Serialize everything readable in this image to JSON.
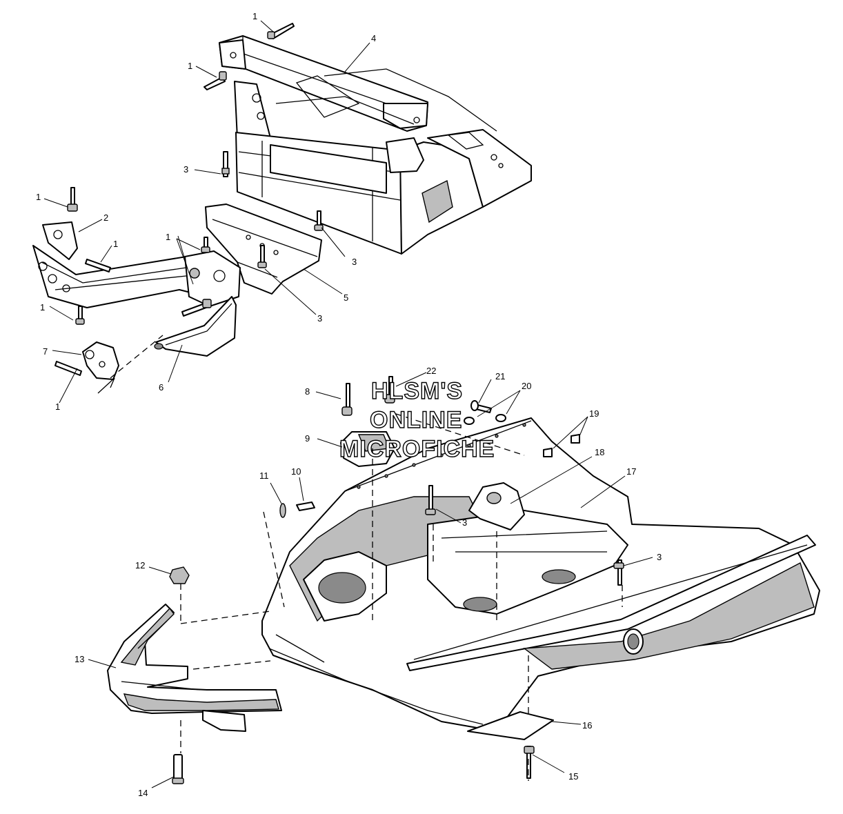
{
  "watermark": {
    "line1": "HLSM'S",
    "line2": "ONLINE",
    "line3": "MICROFICHE"
  },
  "callouts": [
    {
      "id": "c1a",
      "label": "1"
    },
    {
      "id": "c1b",
      "label": "1"
    },
    {
      "id": "c4",
      "label": "4"
    },
    {
      "id": "c3a",
      "label": "3"
    },
    {
      "id": "c1c",
      "label": "1"
    },
    {
      "id": "c2",
      "label": "2"
    },
    {
      "id": "c1d",
      "label": "1"
    },
    {
      "id": "c1e",
      "label": "1"
    },
    {
      "id": "c3b",
      "label": "3"
    },
    {
      "id": "c5",
      "label": "5"
    },
    {
      "id": "c3c",
      "label": "3"
    },
    {
      "id": "c1f",
      "label": "1"
    },
    {
      "id": "c7",
      "label": "7"
    },
    {
      "id": "c1g",
      "label": "1"
    },
    {
      "id": "c6",
      "label": "6"
    },
    {
      "id": "c22",
      "label": "22"
    },
    {
      "id": "c21",
      "label": "21"
    },
    {
      "id": "c20",
      "label": "20"
    },
    {
      "id": "c8",
      "label": "8"
    },
    {
      "id": "c19",
      "label": "19"
    },
    {
      "id": "c9",
      "label": "9"
    },
    {
      "id": "c18",
      "label": "18"
    },
    {
      "id": "c17",
      "label": "17"
    },
    {
      "id": "c11",
      "label": "11"
    },
    {
      "id": "c10",
      "label": "10"
    },
    {
      "id": "c3d",
      "label": "3"
    },
    {
      "id": "c3e",
      "label": "3"
    },
    {
      "id": "c12",
      "label": "12"
    },
    {
      "id": "c13",
      "label": "13"
    },
    {
      "id": "c16",
      "label": "16"
    },
    {
      "id": "c15",
      "label": "15"
    },
    {
      "id": "c14",
      "label": "14"
    }
  ]
}
